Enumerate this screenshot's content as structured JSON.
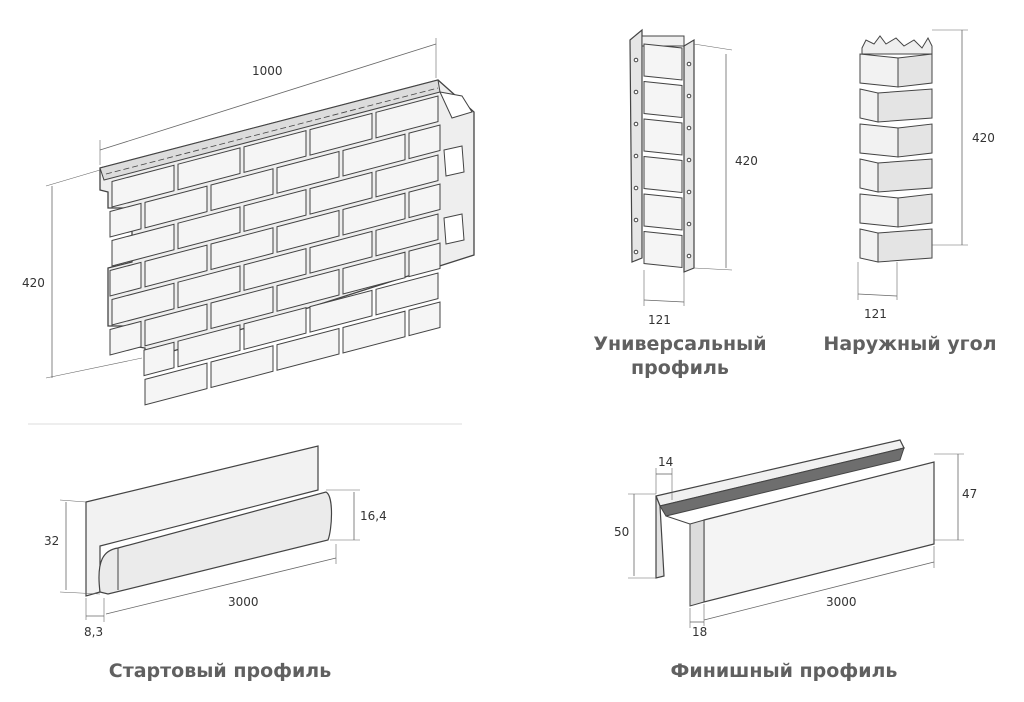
{
  "panel": {
    "width_label": "1000",
    "height_label": "420"
  },
  "universal_profile": {
    "height_label": "420",
    "width_label": "121",
    "caption_line1": "Универсальный",
    "caption_line2": "профиль"
  },
  "outer_corner": {
    "height_label": "420",
    "width_label": "121",
    "caption": "Наружный угол"
  },
  "start_profile": {
    "height_label": "32",
    "lip_label": "16,4",
    "length_label": "3000",
    "depth_label": "8,3",
    "caption": "Стартовый профиль"
  },
  "finish_profile": {
    "gap_label": "14",
    "height_label": "50",
    "face_label": "47",
    "length_label": "3000",
    "depth_label": "18",
    "caption": "Финишный профиль"
  },
  "colors": {
    "line": "#444444",
    "brick_fill": "#f4f4f4",
    "caption": "#606060"
  }
}
